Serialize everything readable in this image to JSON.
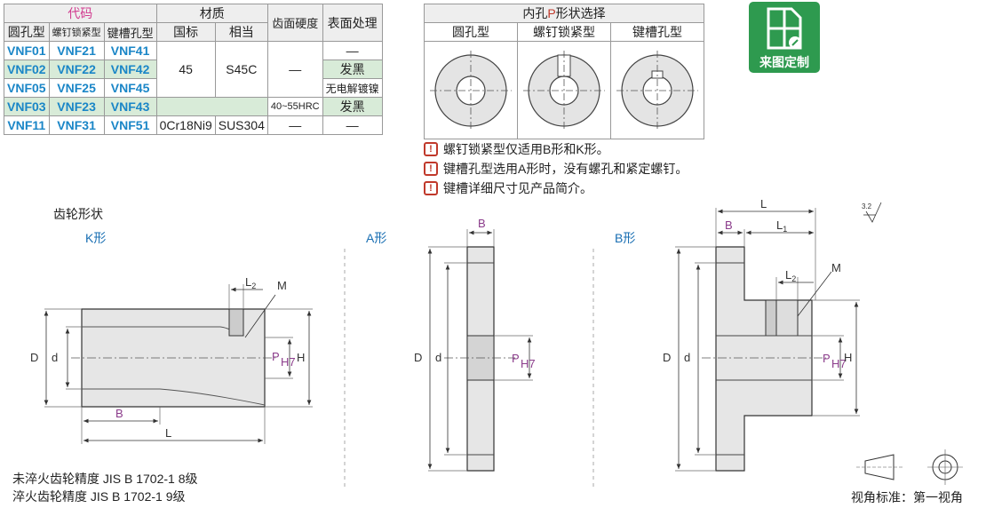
{
  "spec_table": {
    "group_code": "代码",
    "group_material": "材质",
    "col_tooth_hardness": "齿面硬度",
    "col_surface": "表面处理",
    "col_round": "圆孔型",
    "col_screw": "螺钉锁紧型",
    "col_key": "键槽孔型",
    "col_gb": "国标",
    "col_equiv": "相当",
    "rows": [
      {
        "round": "VNF01",
        "screw": "VNF21",
        "key": "VNF41",
        "surface": "—"
      },
      {
        "round": "VNF02",
        "screw": "VNF22",
        "key": "VNF42",
        "surface": "发黑"
      },
      {
        "round": "VNF05",
        "screw": "VNF25",
        "key": "VNF45",
        "surface": "无电解镀镍"
      },
      {
        "round": "VNF03",
        "screw": "VNF23",
        "key": "VNF43",
        "surface": "发黑",
        "hardness": "40~55HRC"
      },
      {
        "round": "VNF11",
        "screw": "VNF31",
        "key": "VNF51",
        "gb": "0Cr18Ni9",
        "equiv": "SUS304",
        "hardness": "—",
        "surface": "—"
      }
    ],
    "merged_gb": "45",
    "merged_equiv": "S45C",
    "merged_hardness": "—"
  },
  "hole_select": {
    "title_pre": "内孔",
    "title_p": "P",
    "title_post": "形状选择",
    "types": [
      "圆孔型",
      "螺钉锁紧型",
      "键槽孔型"
    ]
  },
  "notes": [
    "螺钉锁紧型仅适用B形和K形。",
    "键槽孔型选用A形时，没有螺孔和紧定螺钉。",
    "键槽详细尺寸见产品简介。"
  ],
  "warn_glyph": "!",
  "badge": {
    "text": "来图定制"
  },
  "gear_shape_title": "齿轮形状",
  "views": {
    "k_label": "K形",
    "a_label": "A形",
    "b_label": "B形"
  },
  "dims": {
    "D": "D",
    "d": "d",
    "P": "P",
    "H7": "H7",
    "H": "H",
    "L": "L",
    "L1": "L",
    "L1_sub": "1",
    "L2": "L",
    "L2_sub": "2",
    "B": "B",
    "M": "M"
  },
  "roughness": "3.2",
  "accuracy": [
    "未淬火齿轮精度 JIS B 1702-1 8级",
    "淬火齿轮精度 JIS B 1702-1 9级"
  ],
  "projection": "视角标准：第一视角"
}
